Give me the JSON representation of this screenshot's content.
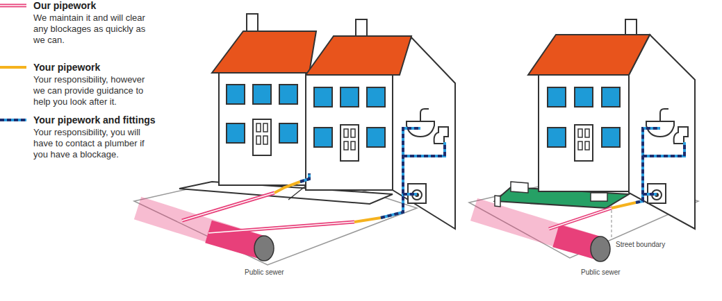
{
  "diagram": {
    "labels": [
      "We maintain it and will clear any blockages as quickly as we can.",
      "Your responsibility, however we can provide guidance to help you look after it.",
      "Your responsibility, you will have to contact a plumber if you have a blockage.",
      "Public sewer",
      "Street boundary",
      "Public sewer"
    ],
    "legend": [
      {
        "text": "Our pipework"
      },
      {
        "text": "Your pipework"
      },
      {
        "text": "Your pipework and fittings"
      }
    ]
  }
}
